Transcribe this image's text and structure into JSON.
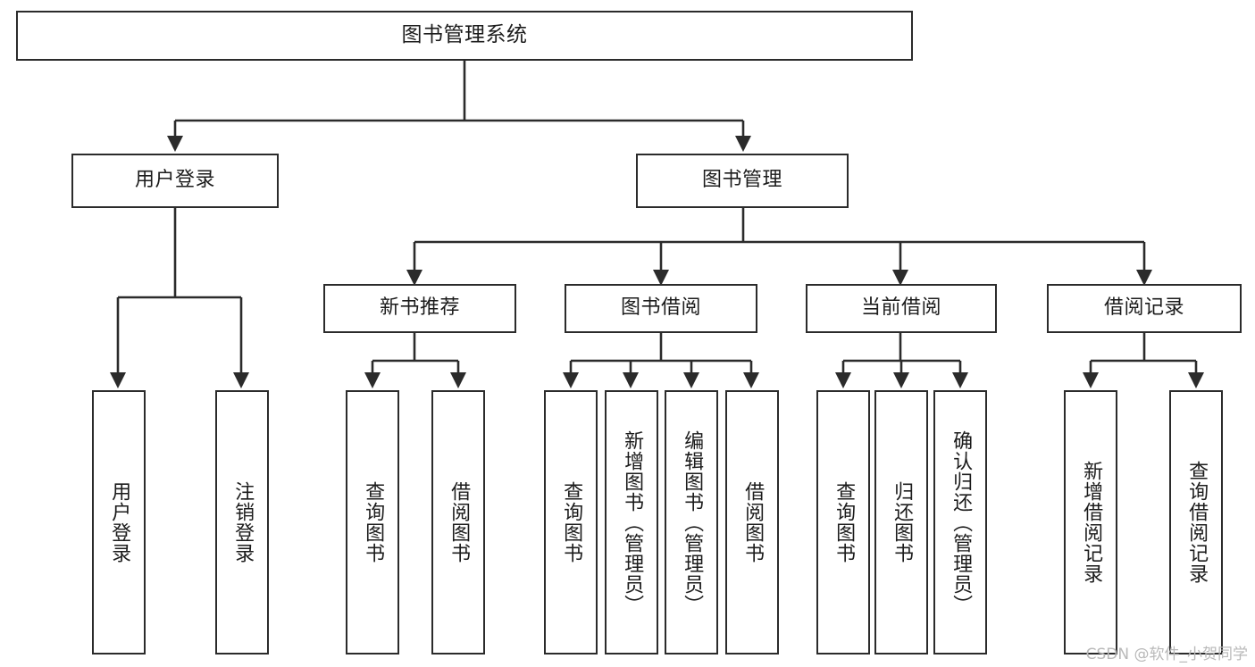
{
  "diagram": {
    "type": "tree-hierarchy",
    "title": "图书管理系统",
    "watermark": "CSDN @软件_小贺同学",
    "colors": {
      "stroke": "#2b2b2b",
      "fill": "#ffffff",
      "text": "#1c1c1c",
      "watermark": "#b9b9b9"
    }
  },
  "nodes": {
    "root": {
      "label": "图书管理系统",
      "level": 1,
      "orientation": "horizontal"
    },
    "user_login": {
      "label": "用户登录",
      "level": 2,
      "orientation": "horizontal"
    },
    "book_manage": {
      "label": "图书管理",
      "level": 2,
      "orientation": "horizontal"
    },
    "new_book_rec": {
      "label": "新书推荐",
      "level": 3,
      "orientation": "horizontal"
    },
    "book_borrow": {
      "label": "图书借阅",
      "level": 3,
      "orientation": "horizontal"
    },
    "current_borrow": {
      "label": "当前借阅",
      "level": 3,
      "orientation": "horizontal"
    },
    "borrow_record": {
      "label": "借阅记录",
      "level": 3,
      "orientation": "horizontal"
    },
    "leaf_user_login": {
      "label": "用户登录",
      "level": 3,
      "orientation": "vertical"
    },
    "leaf_logout": {
      "label": "注销登录",
      "level": 3,
      "orientation": "vertical"
    },
    "leaf_query_book_1": {
      "label": "查询图书",
      "level": 4,
      "orientation": "vertical"
    },
    "leaf_borrow_book_1": {
      "label": "借阅图书",
      "level": 4,
      "orientation": "vertical"
    },
    "leaf_query_book_2": {
      "label": "查询图书",
      "level": 4,
      "orientation": "vertical"
    },
    "leaf_add_book": {
      "label": "新增图书（管理员）",
      "level": 4,
      "orientation": "vertical"
    },
    "leaf_edit_book": {
      "label": "编辑图书（管理员）",
      "level": 4,
      "orientation": "vertical"
    },
    "leaf_borrow_book_2": {
      "label": "借阅图书",
      "level": 4,
      "orientation": "vertical"
    },
    "leaf_query_book_3": {
      "label": "查询图书",
      "level": 4,
      "orientation": "vertical"
    },
    "leaf_return_book": {
      "label": "归还图书",
      "level": 4,
      "orientation": "vertical"
    },
    "leaf_confirm_return": {
      "label": "确认归还（管理员）",
      "level": 4,
      "orientation": "vertical"
    },
    "leaf_add_record": {
      "label": "新增借阅记录",
      "level": 4,
      "orientation": "vertical"
    },
    "leaf_query_record": {
      "label": "查询借阅记录",
      "level": 4,
      "orientation": "vertical"
    }
  },
  "edges": [
    {
      "from": "root",
      "to": "user_login"
    },
    {
      "from": "root",
      "to": "book_manage"
    },
    {
      "from": "user_login",
      "to": "leaf_user_login"
    },
    {
      "from": "user_login",
      "to": "leaf_logout"
    },
    {
      "from": "book_manage",
      "to": "new_book_rec"
    },
    {
      "from": "book_manage",
      "to": "book_borrow"
    },
    {
      "from": "book_manage",
      "to": "current_borrow"
    },
    {
      "from": "book_manage",
      "to": "borrow_record"
    },
    {
      "from": "new_book_rec",
      "to": "leaf_query_book_1"
    },
    {
      "from": "new_book_rec",
      "to": "leaf_borrow_book_1"
    },
    {
      "from": "book_borrow",
      "to": "leaf_query_book_2"
    },
    {
      "from": "book_borrow",
      "to": "leaf_add_book"
    },
    {
      "from": "book_borrow",
      "to": "leaf_edit_book"
    },
    {
      "from": "book_borrow",
      "to": "leaf_borrow_book_2"
    },
    {
      "from": "current_borrow",
      "to": "leaf_query_book_3"
    },
    {
      "from": "current_borrow",
      "to": "leaf_return_book"
    },
    {
      "from": "current_borrow",
      "to": "leaf_confirm_return"
    },
    {
      "from": "borrow_record",
      "to": "leaf_add_record"
    },
    {
      "from": "borrow_record",
      "to": "leaf_query_record"
    }
  ]
}
